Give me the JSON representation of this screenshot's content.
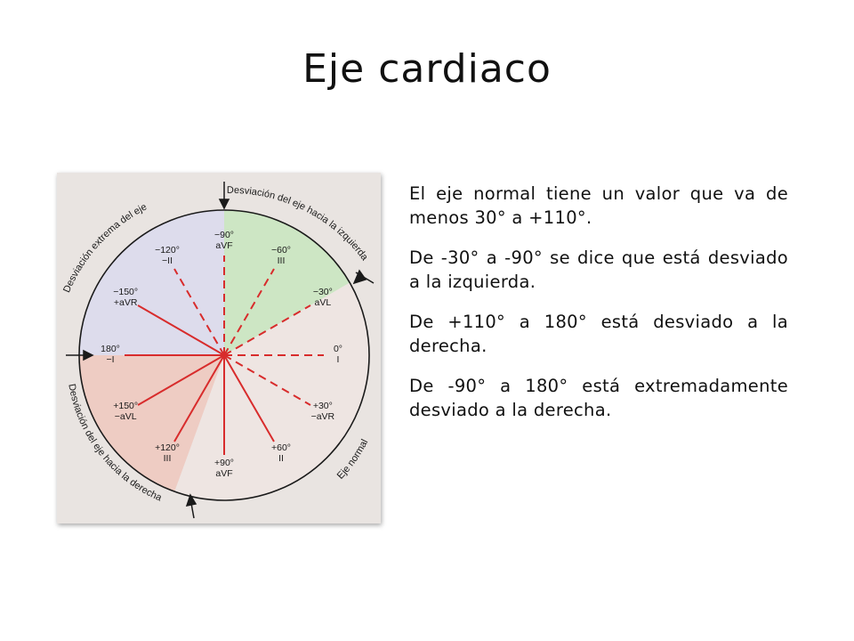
{
  "title": "Eje cardiaco",
  "paragraphs": [
    "El eje normal tiene un valor que va de menos 30° a +110°.",
    "De -30° a -90° se dice que está desviado a la izquierda.",
    "De +110° a 180° está desviado a la derecha.",
    "De -90° a 180° está extremadamente desviado a la derecha."
  ],
  "diagram": {
    "arc_labels": {
      "left_deviation": "Desviación del eje hacia la izquierda",
      "extreme_deviation": "Desviación extrema del eje",
      "right_deviation": "Desviación del eje hacia la derecha",
      "normal_axis": "Eje normal"
    },
    "sector_colors": {
      "left_deviation": "#cde6c4",
      "extreme_deviation": "#dddcec",
      "right_deviation": "#eeccc3",
      "normal_axis": "#eee5e2"
    },
    "line_color": "#d82c2c",
    "leads": [
      {
        "id": "m90",
        "angle": "−90°",
        "lead": "aVF",
        "deg": -90,
        "solid": false
      },
      {
        "id": "m60",
        "angle": "−60°",
        "lead": "III",
        "deg": -60,
        "solid": false
      },
      {
        "id": "m30",
        "angle": "−30°",
        "lead": "aVL",
        "deg": -30,
        "solid": false
      },
      {
        "id": "p0",
        "angle": "0°",
        "lead": "I",
        "deg": 0,
        "solid": false
      },
      {
        "id": "p30",
        "angle": "+30°",
        "lead": "−aVR",
        "deg": 30,
        "solid": false
      },
      {
        "id": "p60",
        "angle": "+60°",
        "lead": "II",
        "deg": 60,
        "solid": true
      },
      {
        "id": "p90",
        "angle": "+90°",
        "lead": "aVF",
        "deg": 90,
        "solid": true
      },
      {
        "id": "p120",
        "angle": "+120°",
        "lead": "III",
        "deg": 120,
        "solid": true
      },
      {
        "id": "p150",
        "angle": "+150°",
        "lead": "−aVL",
        "deg": 150,
        "solid": true
      },
      {
        "id": "p180",
        "angle": "180°",
        "lead": "−I",
        "deg": 180,
        "solid": true
      },
      {
        "id": "m150",
        "angle": "−150°",
        "lead": "+aVR",
        "deg": -150,
        "solid": true
      },
      {
        "id": "m120",
        "angle": "−120°",
        "lead": "−II",
        "deg": -120,
        "solid": false
      }
    ]
  }
}
